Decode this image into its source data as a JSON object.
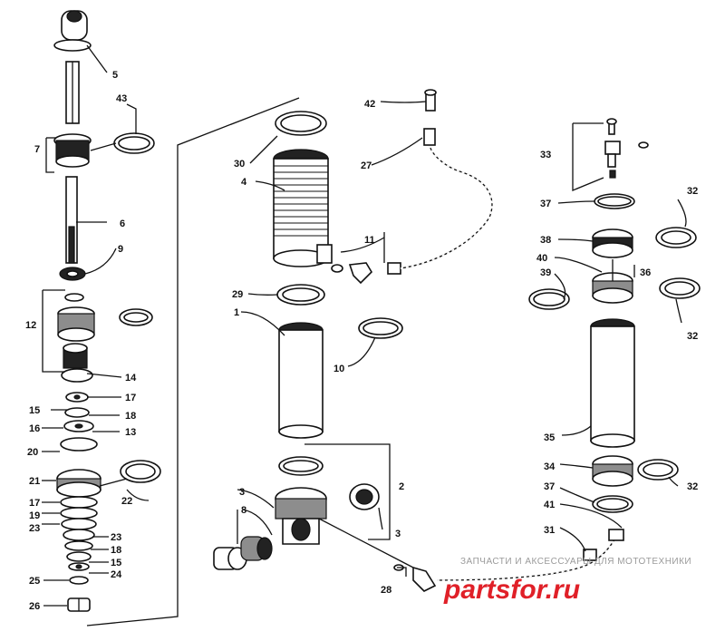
{
  "labels": {
    "p1": "1",
    "p2": "2",
    "p3a": "3",
    "p3b": "3",
    "p4": "4",
    "p5": "5",
    "p6": "6",
    "p7": "7",
    "p8": "8",
    "p9": "9",
    "p10": "10",
    "p11": "11",
    "p12": "12",
    "p13": "13",
    "p14": "14",
    "p15a": "15",
    "p15b": "15",
    "p16": "16",
    "p17a": "17",
    "p17b": "17",
    "p18a": "18",
    "p18b": "18",
    "p19": "19",
    "p20": "20",
    "p21": "21",
    "p22": "22",
    "p23a": "23",
    "p23b": "23",
    "p24": "24",
    "p25": "25",
    "p26": "26",
    "p27": "27",
    "p28": "28",
    "p29": "29",
    "p30": "30",
    "p31": "31",
    "p32a": "32",
    "p32b": "32",
    "p32c": "32",
    "p33": "33",
    "p34": "34",
    "p35": "35",
    "p36": "36",
    "p37a": "37",
    "p37b": "37",
    "p38": "38",
    "p39": "39",
    "p40": "40",
    "p41": "41",
    "p42": "42",
    "p43": "43"
  },
  "watermark": {
    "top": "ЗАПЧАСТИ И АКСЕССУАРЫ ДЛЯ МОТОТЕХНИКИ",
    "brand": "partsfor.ru"
  }
}
